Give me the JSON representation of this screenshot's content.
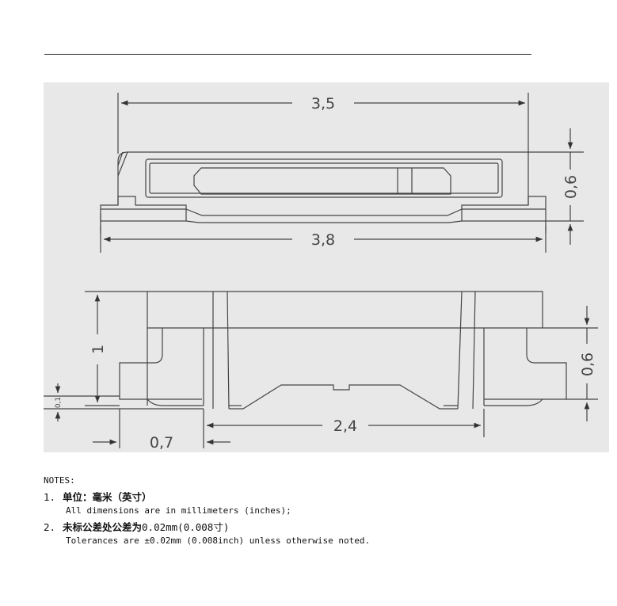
{
  "drawing": {
    "dimensions": {
      "top_width": "3,5",
      "bottom_width": "3,8",
      "right_height_top": "0,6",
      "height": "1",
      "right_height_bottom": "0,6",
      "small_height": "0,1",
      "foot_width": "0,7",
      "inner_width": "2,4"
    }
  },
  "notes": {
    "title": "NOTES:",
    "items": [
      {
        "num": "1.",
        "zh_bold": "单位：毫米（英寸）",
        "zh_rest": "",
        "en": "All dimensions are in millimeters (inches);"
      },
      {
        "num": "2.",
        "zh_bold": "未标公差处公差为",
        "zh_rest": "0.02mm(0.008寸)",
        "en": "Tolerances are ±0.02mm (0.008inch) unless otherwise noted."
      }
    ]
  }
}
